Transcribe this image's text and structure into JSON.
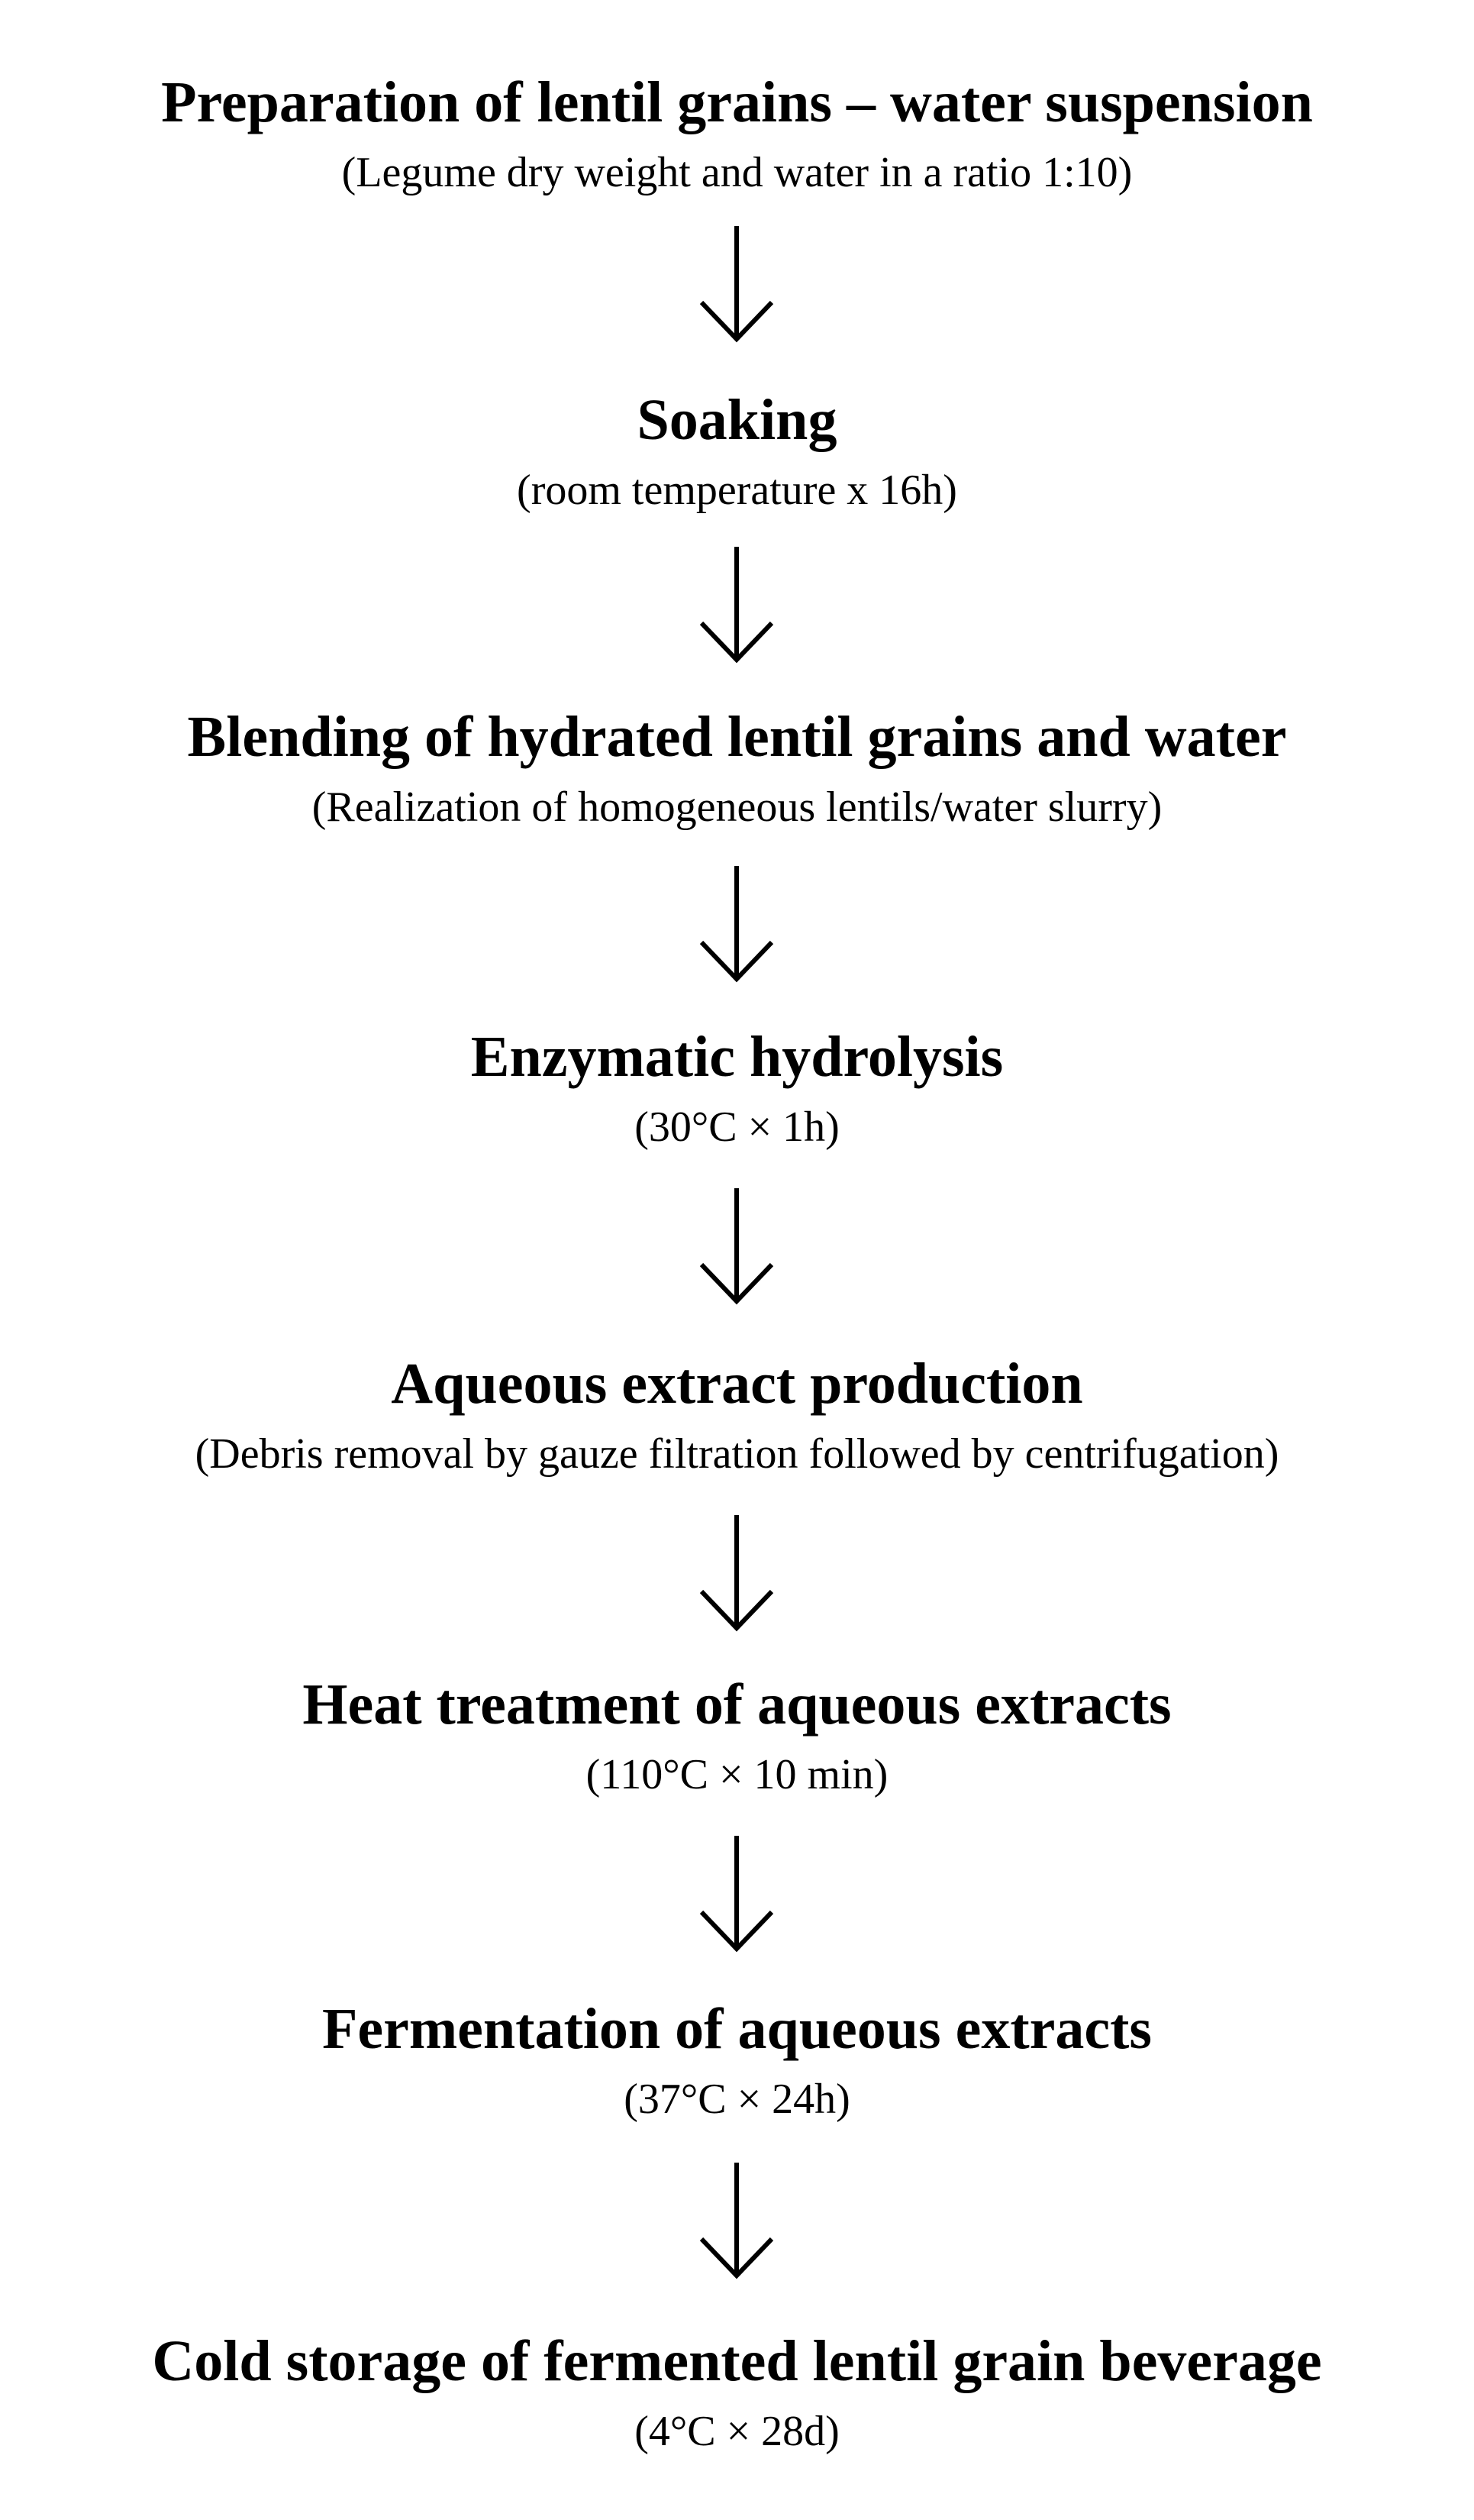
{
  "steps": [
    {
      "title": "Preparation of lentil grains – water suspension",
      "detail": "(Legume dry weight and water in a ratio 1:10)"
    },
    {
      "title": "Soaking",
      "detail": "(room temperature x 16h)"
    },
    {
      "title": "Blending of hydrated lentil grains and water",
      "detail": "(Realization of homogeneous lentils/water slurry)"
    },
    {
      "title": "Enzymatic hydrolysis",
      "detail": "(30°C × 1h)"
    },
    {
      "title": "Aqueous extract production",
      "detail": "(Debris removal by gauze filtration followed by centrifugation)"
    },
    {
      "title": "Heat treatment of aqueous extracts",
      "detail": "(110°C × 10 min)"
    },
    {
      "title": "Fermentation of aqueous extracts",
      "detail": "(37°C × 24h)"
    },
    {
      "title": "Cold storage of fermented lentil grain beverage",
      "detail": "(4°C × 28d)"
    }
  ],
  "arrow_icon": "down-arrow-icon",
  "colors": {
    "text": "#000000",
    "background": "#ffffff"
  }
}
